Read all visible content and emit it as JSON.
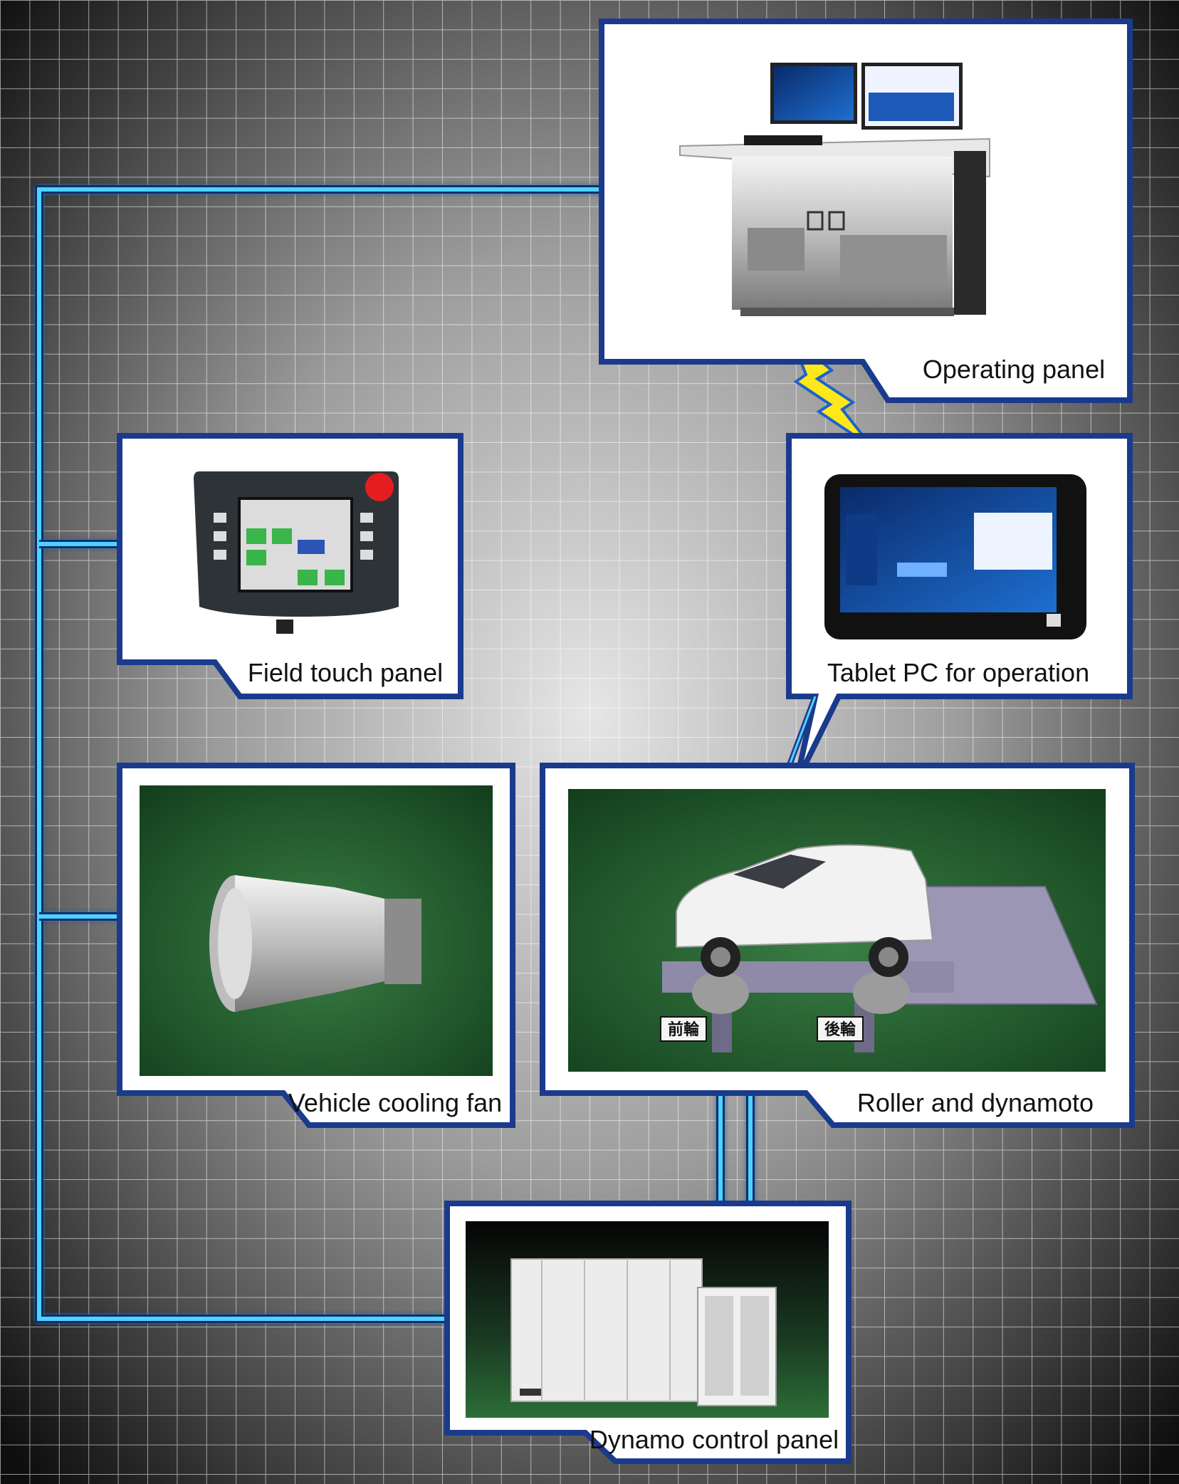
{
  "nodes": {
    "operating_panel": {
      "label": "Operating panel"
    },
    "tablet_pc": {
      "label": "Tablet PC for operation"
    },
    "field_touch_panel": {
      "label": "Field touch panel"
    },
    "vehicle_cooling_fan": {
      "label": "Vehicle cooling fan"
    },
    "roller_dynamoto": {
      "label": "Roller and dynamoto",
      "tags": {
        "front": "前輪",
        "rear": "後輪"
      }
    },
    "dynamo_control_panel": {
      "label": "Dynamo control panel"
    }
  },
  "colors": {
    "connector": "#4fd2ff",
    "frame": "#1a3a8c",
    "photo_bg": "#1f5a2a",
    "wireless": "#ffe81a"
  },
  "icons": {
    "wireless": "lightning-icon"
  }
}
